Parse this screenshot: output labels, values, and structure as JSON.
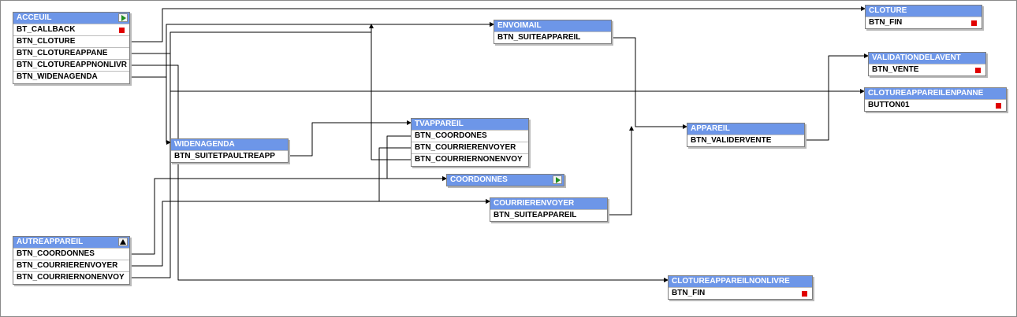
{
  "windows": [
    {
      "id": "acceuil",
      "title": "ACCEUIL",
      "header_icon": "play-icon",
      "rows": [
        {
          "label": "BT_CALLBACK",
          "end_marker": true
        },
        {
          "label": "BTN_CLOTURE"
        },
        {
          "label": "BTN_CLOTUREAPPANE"
        },
        {
          "label": "BTN_CLOTUREAPPNONLIVR"
        },
        {
          "label": "BTN_WIDENAGENDA"
        }
      ]
    },
    {
      "id": "autreappareil",
      "title": "AUTREAPPAREIL",
      "header_icon": "up-arrow-icon",
      "rows": [
        {
          "label": "BTN_COORDONNES"
        },
        {
          "label": "BTN_COURRIERENVOYER"
        },
        {
          "label": "BTN_COURRIERNONENVOY"
        }
      ]
    },
    {
      "id": "widenagenda",
      "title": "WIDENAGENDA",
      "rows": [
        {
          "label": "BTN_SUITETPAULTREAPP"
        }
      ]
    },
    {
      "id": "envoimail",
      "title": "ENVOIMAIL",
      "rows": [
        {
          "label": "BTN_SUITEAPPAREIL"
        }
      ]
    },
    {
      "id": "tvappareil",
      "title": "TVAPPAREIL",
      "rows": [
        {
          "label": "BTN_COORDONES"
        },
        {
          "label": "BTN_COURRIERENVOYER"
        },
        {
          "label": "BTN_COURRIERNONENVOY"
        }
      ]
    },
    {
      "id": "coordonnes",
      "title": "COORDONNES",
      "header_icon": "play-icon",
      "rows": []
    },
    {
      "id": "courrierenvoyer",
      "title": "COURRIERENVOYER",
      "rows": [
        {
          "label": "BTN_SUITEAPPAREIL"
        }
      ]
    },
    {
      "id": "appareil",
      "title": "APPAREIL",
      "rows": [
        {
          "label": "BTN_VALIDERVENTE"
        }
      ]
    },
    {
      "id": "cloture",
      "title": "CLOTURE",
      "rows": [
        {
          "label": "BTN_FIN",
          "end_marker": true
        }
      ]
    },
    {
      "id": "validationdelavent",
      "title": "VALIDATIONDELAVENT",
      "rows": [
        {
          "label": "BTN_VENTE",
          "end_marker": true
        }
      ]
    },
    {
      "id": "clotureappareilenpanne",
      "title": "CLOTUREAPPAREILENPANNE",
      "rows": [
        {
          "label": "BUTTON01",
          "end_marker": true
        }
      ]
    },
    {
      "id": "clotureappareilnonlivre",
      "title": "CLOTUREAPPAREILNONLIVRE",
      "rows": [
        {
          "label": "BTN_FIN",
          "end_marker": true
        }
      ]
    }
  ],
  "colors": {
    "header": "#6d96e8",
    "end_marker": "#e00000",
    "link": "#000000",
    "border": "#7f7f7f"
  }
}
